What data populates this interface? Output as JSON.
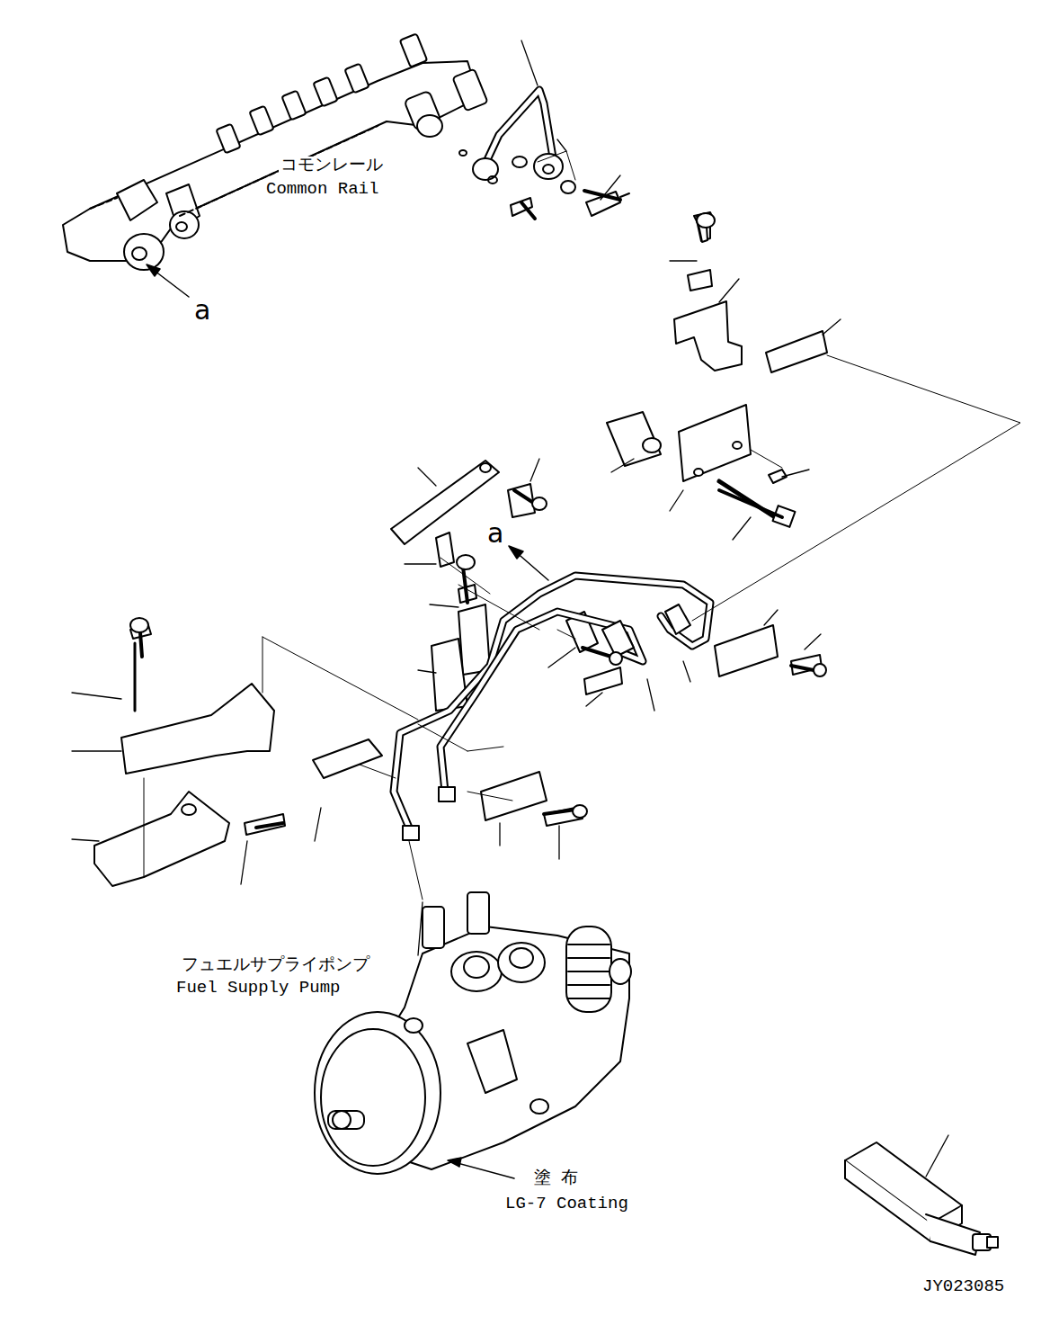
{
  "diagram": {
    "labels": [
      "コモンレール",
      "Common Rail",
      "a",
      "a",
      "フュエルサプライポンプ",
      "Fuel Supply Pump",
      "塗 布",
      "LG-7 Coating",
      "JY023085"
    ]
  }
}
